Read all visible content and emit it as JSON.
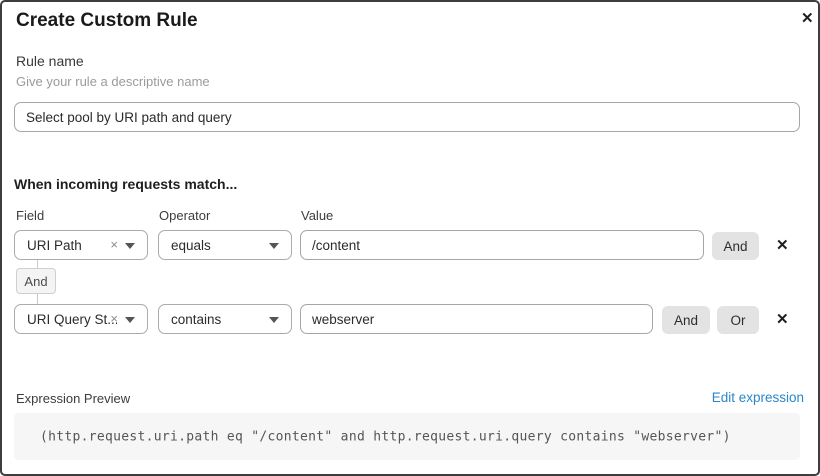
{
  "dialog": {
    "title": "Create Custom Rule",
    "close_icon": "✕"
  },
  "rule_name": {
    "label": "Rule name",
    "hint": "Give your rule a descriptive name",
    "value": "Select pool by URI path and query"
  },
  "match_section": {
    "heading": "When incoming requests match...",
    "columns": {
      "field": "Field",
      "operator": "Operator",
      "value": "Value"
    },
    "connector_label": "And",
    "rows": [
      {
        "field": "URI Path",
        "operator": "equals",
        "value": "/content",
        "and_button": "And",
        "clear_icon": "×",
        "delete_icon": "✕"
      },
      {
        "field": "URI Query St...",
        "operator": "contains",
        "value": "webserver",
        "and_button": "And",
        "or_button": "Or",
        "clear_icon": "×",
        "delete_icon": "✕"
      }
    ]
  },
  "expression_preview": {
    "label": "Expression Preview",
    "edit_link": "Edit expression",
    "expression": "(http.request.uri.path eq \"/content\" and http.request.uri.query contains \"webserver\")"
  },
  "colors": {
    "link_blue": "#2b87c8",
    "button_gray": "#e3e3e3",
    "code_background": "#f6f6f6",
    "border_dark": "#3d3d3d"
  }
}
